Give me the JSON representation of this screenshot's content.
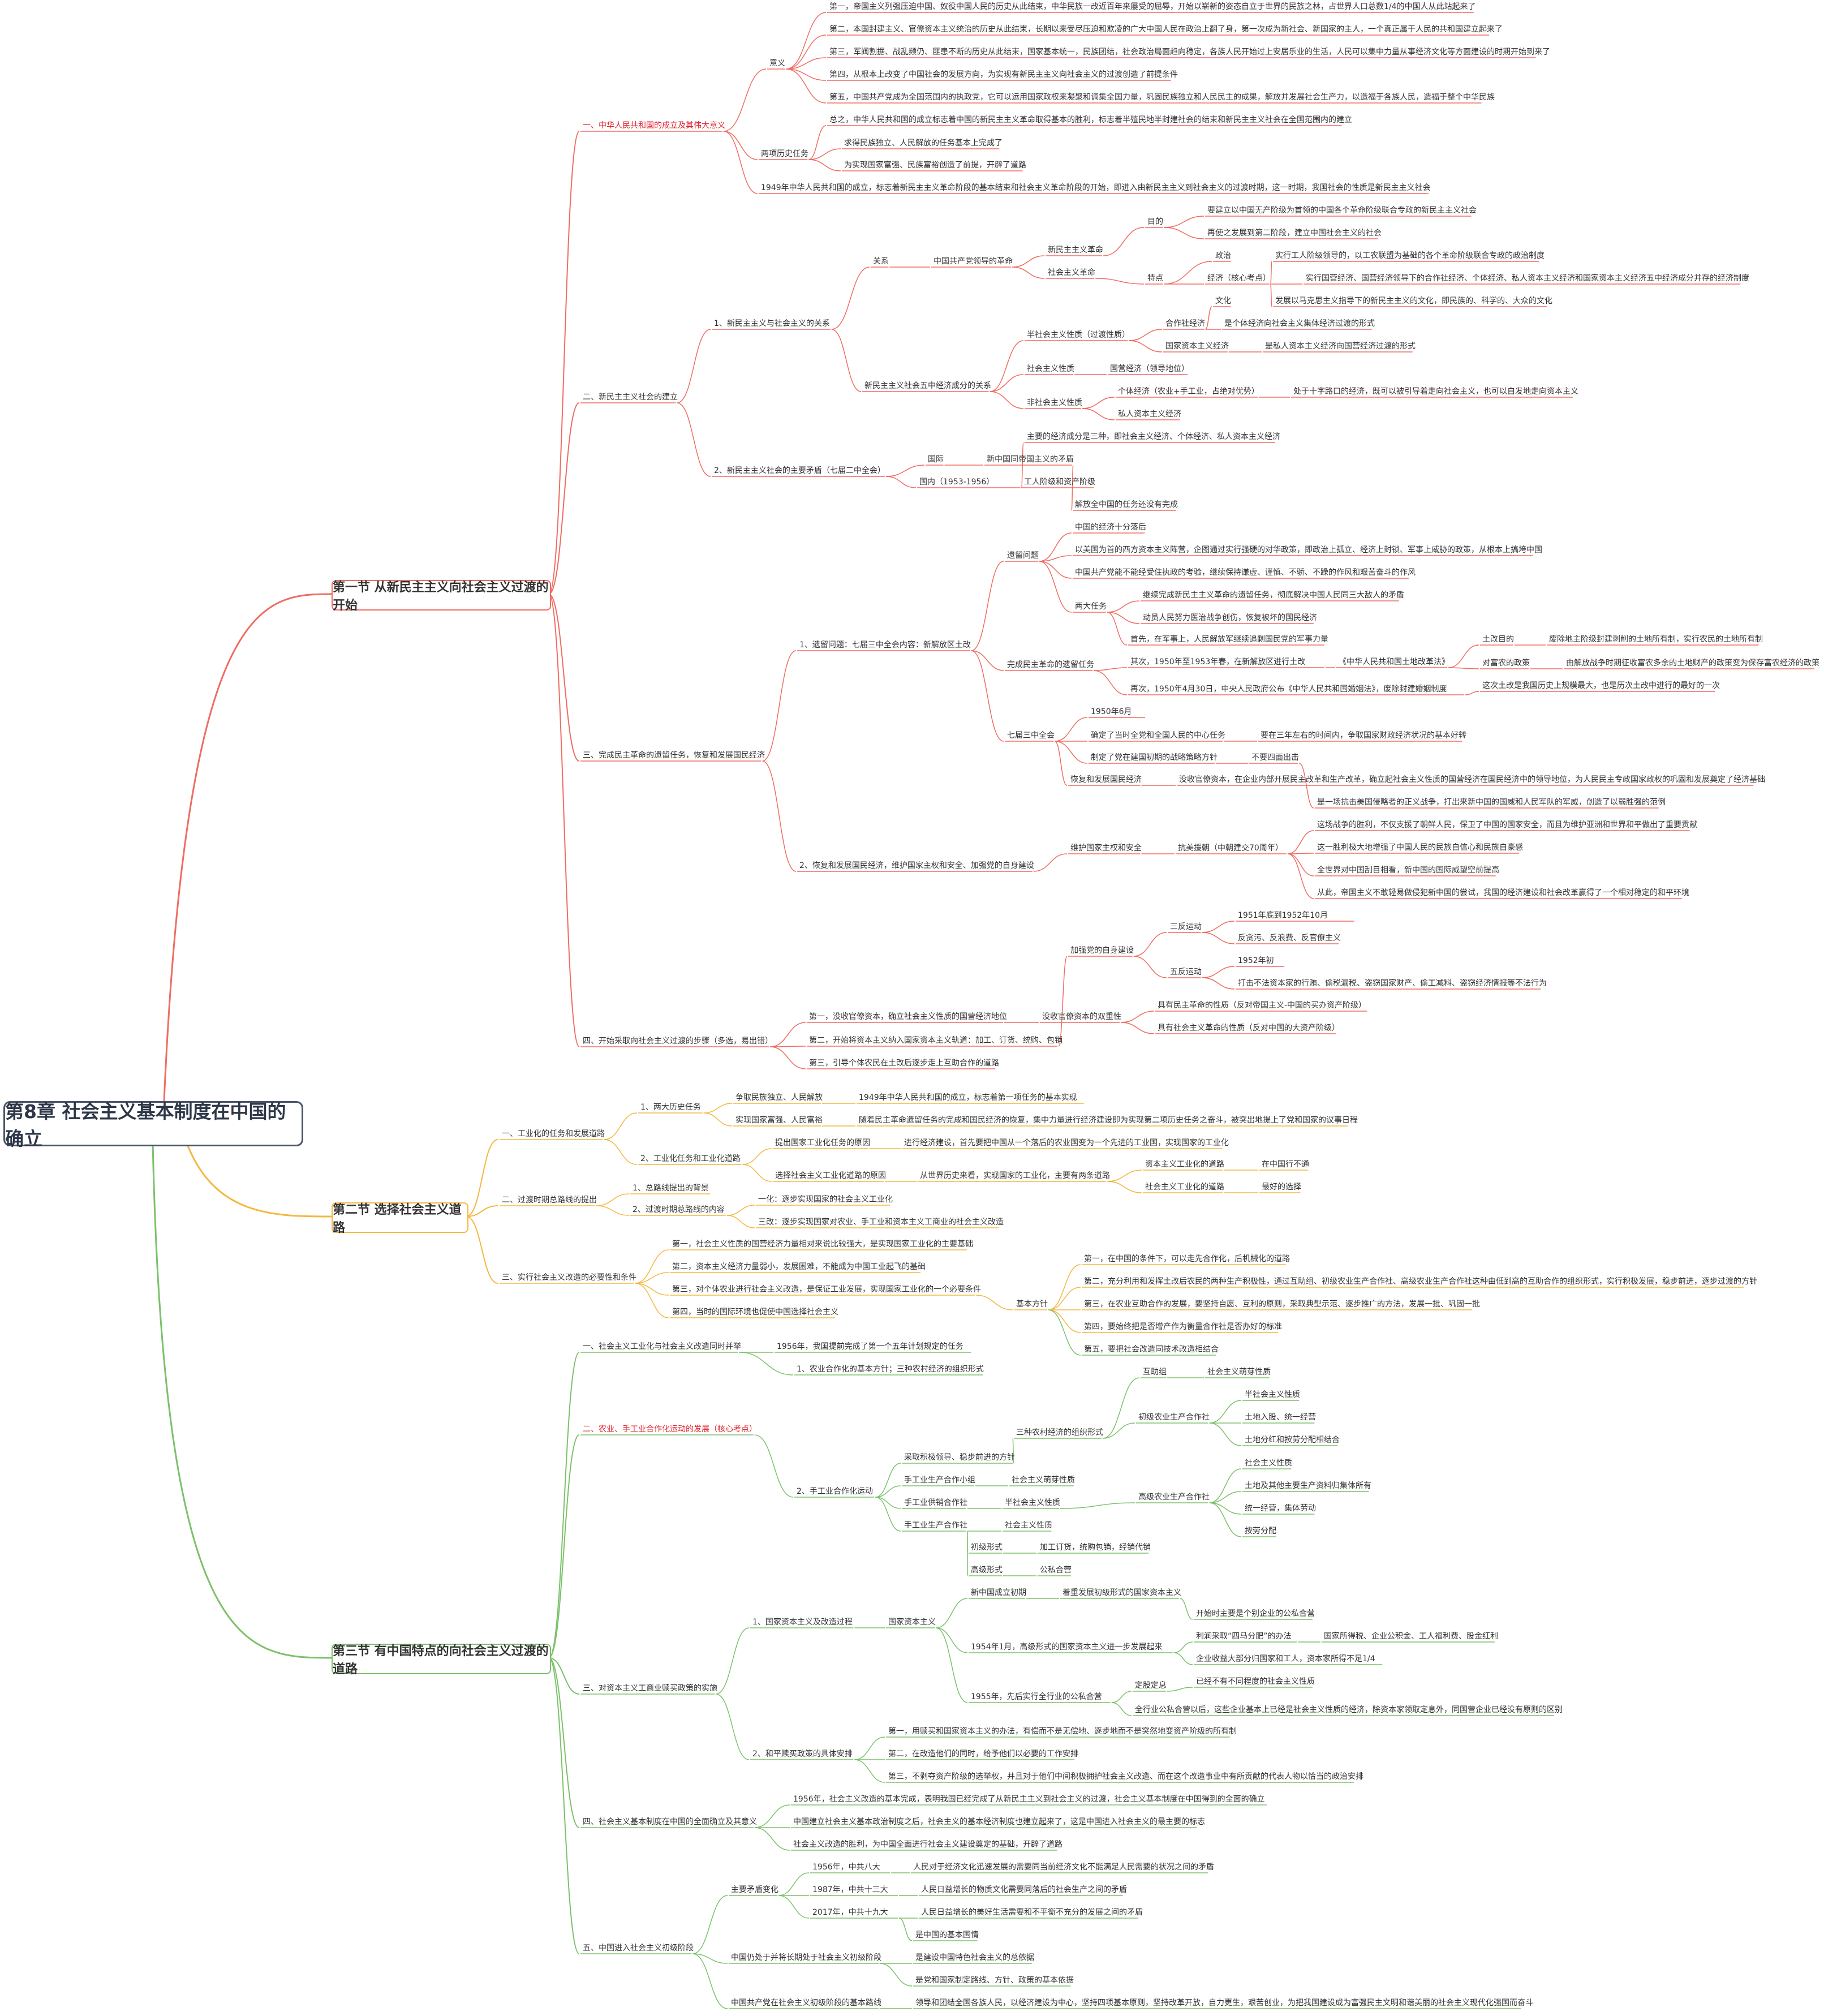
{
  "root": "第8章  社会主义基本制度在中国的确立",
  "colors": {
    "s1": "#ef6c62",
    "s2": "#f4b740",
    "s3": "#7bc16a",
    "red": "#e0232e",
    "text": "#333333"
  },
  "sections": [
    {
      "title": "第一节 从新民主主义向社会主义过渡的开始",
      "color": "#ef6c62"
    },
    {
      "title": "第二节 选择社会主义道路",
      "color": "#f4b740"
    },
    {
      "title": "第三节 有中国特点的向社会主义过渡的道路",
      "color": "#7bc16a"
    }
  ],
  "nodes": [
    [
      "一、中华人民共和国的成立及其伟大意义",
      1030,
      226,
      "#e0232e"
    ],
    [
      "意义",
      1360,
      116
    ],
    [
      "第一，帝国主义列强压迫中国、奴役中国人民的历史从此结束，中华民族一改近百年来屡受的屈辱，开始以崭新的姿态自立于世界的民族之林，占世界人口总数1/4的中国人从此站起来了",
      1466,
      16
    ],
    [
      "第二，本国封建主义、官僚资本主义统治的历史从此结束，长期以来受尽压迫和欺凌的广大中国人民在政治上翻了身，第一次成为新社会、新国家的主人，一个真正属于人民的共和国建立起来了",
      1466,
      56
    ],
    [
      "第三，军阀割据、战乱频仍、匪患不断的历史从此结束，国家基本统一，民族团结，社会政治局面趋向稳定，各族人民开始过上安居乐业的生活，人民可以集中力量从事经济文化等方面建设的时期开始到来了",
      1466,
      96
    ],
    [
      "第四，从根本上改变了中国社会的发展方向，为实现有新民主主义向社会主义的过渡创造了前提条件",
      1466,
      136
    ],
    [
      "第五，中国共产党成为全国范围内的执政党，它可以运用国家政权来凝聚和调集全国力量，巩固民族独立和人民民主的成果，解放并发展社会生产力，以造福于各族人民，造福于整个中华民族",
      1466,
      176
    ],
    [
      "总之，中华人民共和国的成立标志着中国的新民主主义革命取得基本的胜利，标志着半殖民地半封建社会的结束和新民主主义社会在全国范围内的建立",
      1466,
      216
    ],
    [
      "两项历史任务",
      1345,
      276
    ],
    [
      "求得民族独立、人民解放的任务基本上完成了",
      1492,
      257
    ],
    [
      "为实现国家富强、民族富裕创造了前提，开辟了道路",
      1492,
      296
    ],
    [
      "1949年中华人民共和国的成立，标志着新民主主义革命阶段的基本结束和社会主义革命阶段的开始，即进入由新民主主义到社会主义的过渡时期，这一时期，我国社会的性质是新民主主义社会",
      1345,
      336
    ],
    [
      "二、新民主主义社会的建立",
      1030,
      706
    ],
    [
      "1、新民主主义与社会主义的关系",
      1262,
      576
    ],
    [
      "关系",
      1543,
      466
    ],
    [
      "中国共产党领导的革命",
      1650,
      466
    ],
    [
      "新民主主义革命",
      1852,
      446
    ],
    [
      "社会主义革命",
      1852,
      486
    ],
    [
      "目的",
      2028,
      396
    ],
    [
      "要建立以中国无产阶级为首领的中国各个革命阶级联合专政的新民主主义社会",
      2134,
      376
    ],
    [
      "再使之发展到第二阶段，建立中国社会主义的社会",
      2134,
      416
    ],
    [
      "特点",
      2028,
      496
    ],
    [
      "政治",
      2148,
      456
    ],
    [
      "实行工人阶级领导的，以工农联盟为基础的各个革命阶级联合专政的政治制度",
      2254,
      456
    ],
    [
      "经济（核心考点）",
      2134,
      496
    ],
    [
      "实行国营经济、国营经济领导下的合作社经济、个体经济、私人资本主义经济和国家资本主义经济五中经济成分并存的经济制度",
      2308,
      496
    ],
    [
      "文化",
      2148,
      536
    ],
    [
      "发展以马克思主义指导下的新民主主义的文化，即民族的、科学的、大众的文化",
      2254,
      536
    ],
    [
      "新民主主义社会五中经济成分的关系",
      1528,
      686
    ],
    [
      "半社会主义性质（过渡性质）",
      1815,
      596
    ],
    [
      "合作社经济",
      2060,
      576
    ],
    [
      "是个体经济向社会主义集体经济过渡的形式",
      2164,
      576
    ],
    [
      "国家资本主义经济",
      2060,
      616
    ],
    [
      "是私人资本主义经济向国营经济过渡的形式",
      2236,
      616
    ],
    [
      "社会主义性质",
      1815,
      656
    ],
    [
      "国营经济（领导地位）",
      1962,
      656
    ],
    [
      "非社会主义性质",
      1815,
      716
    ],
    [
      "个体经济（农业+手工业，占绝对优势）",
      1976,
      696
    ],
    [
      "处于十字路口的经济，既可以被引导着走向社会主义，也可以自发地走向资本主义",
      2286,
      696
    ],
    [
      "私人资本主义经济",
      1976,
      736
    ],
    [
      "主要的经济成分是三种，即社会主义经济、个体经济、私人资本主义经济",
      1815,
      776
    ],
    [
      "2、新民主主义社会的主要矛盾（七届二中全会）",
      1262,
      836
    ],
    [
      "国际",
      1640,
      816
    ],
    [
      "新中国同帝国主义的矛盾",
      1744,
      816
    ],
    [
      "国内（1953-1956）",
      1625,
      856
    ],
    [
      "工人阶级和资产阶级",
      1810,
      856
    ],
    [
      "三、完成民主革命的遗留任务，恢复和发展国民经济",
      1030,
      1339
    ],
    [
      "1、遗留问题：七届三中全会内容：新解放区土改",
      1413,
      1144
    ],
    [
      "遗留问题",
      1780,
      986
    ],
    [
      "解放全中国的任务还没有完成",
      1900,
      896
    ],
    [
      "中国的经济十分落后",
      1900,
      936
    ],
    [
      "以美国为首的西方资本主义阵营，企图通过实行强硬的对华政策，即政治上孤立、经济上封锁、军事上威胁的政策，从根本上搞垮中国",
      1900,
      976
    ],
    [
      "中国共产党能不能经受住执政的考验，继续保持谦虚、谨慎、不骄、不躁的作风和艰苦奋斗的作风",
      1900,
      1016
    ],
    [
      "两大任务",
      1900,
      1076
    ],
    [
      "继续完成新民主主义革命的遗留任务，彻底解决中国人民同三大敌人的矛盾",
      2020,
      1056
    ],
    [
      "动员人民努力医治战争创伤，恢复被坏的国民经济",
      2020,
      1096
    ],
    [
      "完成民主革命的遗留任务",
      1780,
      1179
    ],
    [
      "首先，在军事上，人民解放军继续追剿国民党的军事力量",
      1998,
      1134
    ],
    [
      "其次，1950年至1953年春，在新解放区进行土改",
      1998,
      1174
    ],
    [
      "《中华人民共和国土地改革法》",
      2366,
      1174
    ],
    [
      "土改目的",
      2620,
      1134
    ],
    [
      "废除地主阶级封建剥削的土地所有制，实行农民的土地所有制",
      2738,
      1134
    ],
    [
      "对富农的政策",
      2620,
      1176
    ],
    [
      "由解放战争时期征收富农多余的土地财产的政策变为保存富农经济的政策",
      2768,
      1176
    ],
    [
      "这次土改是我国历史上规模最大，也是历次土改中进行的最好的一次",
      2620,
      1216
    ],
    [
      "再次，1950年4月30日，中央人民政府公布《中华人民共和国婚姻法》，废除封建婚姻制度",
      1998,
      1222
    ],
    [
      "七届三中全会",
      1780,
      1304
    ],
    [
      "1950年6月",
      1928,
      1262
    ],
    [
      "确定了当时全党和全国人民的中心任务",
      1928,
      1304
    ],
    [
      "要在三年左右的时间内，争取国家财政经济状况的基本好转",
      2228,
      1304
    ],
    [
      "制定了党在建国初期的战略策略方针",
      1928,
      1343
    ],
    [
      "不要四面出击",
      2212,
      1343
    ],
    [
      "2、恢复和发展国民经济，维护国家主权和安全、加强党的自身建设",
      1413,
      1534
    ],
    [
      "恢复和发展国民经济",
      1892,
      1382
    ],
    [
      "没收官僚资本，在企业内部开展民主改革和生产改革，确立起社会主义性质的国营经济在国民经济中的领导地位，为人民民主专政国家政权的巩固和发展奠定了经济基础",
      2084,
      1382
    ],
    [
      "维护国家主权和安全",
      1892,
      1503
    ],
    [
      "抗美援朝（中朝建交70周年）",
      2082,
      1503
    ],
    [
      "是一场抗击美国侵略者的正义战争，打出来新中国的国威和人民军队的军威，创造了以弱胜强的范例",
      2328,
      1422
    ],
    [
      "这场战争的胜利，不仅支援了朝鲜人民，保卫了中国的国家安全，而且为维护亚洲和世界和平做出了重要贡献",
      2328,
      1462
    ],
    [
      "这一胜利极大地增强了中国人民的民族自信心和民族自豪感",
      2328,
      1502
    ],
    [
      "全世界对中国刮目相看，新中国的国际威望空前提高",
      2328,
      1542
    ],
    [
      "从此，帝国主义不敢轻易做侵犯新中国的尝试，我国的经济建设和社会改革赢得了一个相对稳定的和平环境",
      2328,
      1582
    ],
    [
      "加强党的自身建设",
      1892,
      1684
    ],
    [
      "三反运动",
      2068,
      1642
    ],
    [
      "1951年底到1952年10月",
      2188,
      1622
    ],
    [
      "反贪污、反浪费、反官僚主义",
      2188,
      1662
    ],
    [
      "五反运动",
      2068,
      1722
    ],
    [
      "1952年初",
      2188,
      1702
    ],
    [
      "打击不法资本家的行贿、偷税漏税、盗窃国家财产、偷工减料、盗窃经济情报等不法行为",
      2188,
      1742
    ],
    [
      "四、开始采取向社会主义过渡的步骤（多选，易出错）",
      1030,
      1844
    ],
    [
      "第一，没收官僚资本，确立社会主义性质的国营经济地位",
      1430,
      1801
    ],
    [
      "没收官僚资本的双重性",
      1842,
      1801
    ],
    [
      "具有民主革命的性质（反对帝国主义-中国的买办资产阶级）",
      2046,
      1781
    ],
    [
      "具有社会主义革命的性质（反对中国的大资产阶级）",
      2046,
      1821
    ],
    [
      "第二，开始将资本主义纳入国家资本主义轨道：加工、订货、统购、包销",
      1430,
      1843
    ],
    [
      "第三，引导个体农民在土改后逐步走上互助合作的道路",
      1430,
      1883
    ],
    [
      "一、工业化的任务和发展道路",
      887,
      2008
    ],
    [
      "1、两大历史任务",
      1132,
      1961
    ],
    [
      "争取民族独立、人民解放",
      1300,
      1944
    ],
    [
      "1949年中华人民共和国的成立，标志着第一项任务的基本实现",
      1518,
      1944
    ],
    [
      "实现国家富强、人民富裕",
      1300,
      1984
    ],
    [
      "随着民主革命遗留任务的完成和国民经济的恢复，集中力量进行经济建设即为实现第二项历史任务之奋斗，被突出地提上了党和国家的议事日程",
      1518,
      1984
    ],
    [
      "2、工业化任务和工业化道路",
      1132,
      2052
    ],
    [
      "提出国家工业化任务的原因",
      1370,
      2024
    ],
    [
      "进行经济建设，首先要把中国从一个落后的农业国变为一个先进的工业国，实现国家的工业化",
      1598,
      2024
    ],
    [
      "选择社会主义工业化道路的原因",
      1370,
      2082
    ],
    [
      "从世界历史来看，实现国家的工业化，主要有两条道路",
      1626,
      2082
    ],
    [
      "资本主义工业化的道路",
      2024,
      2062
    ],
    [
      "在中国行不通",
      2230,
      2062
    ],
    [
      "社会主义工业化的道路",
      2024,
      2102
    ],
    [
      "最好的选择",
      2230,
      2102
    ],
    [
      "二、过渡时期总路线的提出",
      887,
      2125
    ],
    [
      "1、总路线提出的背景",
      1118,
      2104
    ],
    [
      "2、过渡时期总路线的内容",
      1118,
      2142
    ],
    [
      "一化：逐步实现国家的社会主义工业化",
      1340,
      2124
    ],
    [
      "三改：逐步实现国家对农业、手工业和资本主义工商业的社会主义改造",
      1340,
      2164
    ],
    [
      "三、实行社会主义改造的必要性和条件",
      887,
      2262
    ],
    [
      "第一，社会主义性质的国营经济力量相对来说比较强大，是实现国家工业化的主要基础",
      1188,
      2203
    ],
    [
      "第二，资本主义经济力量弱小，发展困难，不能成为中国工业起飞的基础",
      1188,
      2243
    ],
    [
      "第三，对个体农业进行社会主义改造，是保证工业发展，实现国家工业化的一个必要条件",
      1188,
      2283
    ],
    [
      "第四，当时的国际环境也促使中国选择社会主义",
      1188,
      2323
    ],
    [
      "一、社会主义工业化与社会主义改造同时并举",
      1030,
      2384
    ],
    [
      "1956年，我国提前完成了第一个五年计划规定的任务",
      1373,
      2384
    ],
    [
      "二、农业、手工业合作化运动的发展（核心考点）",
      1030,
      2530,
      "#e0232e"
    ],
    [
      "1、农业合作化的基本方针；三种农村经济的组织形式",
      1408,
      2424
    ],
    [
      "基本方针",
      1796,
      2309
    ],
    [
      "第一，在中国的条件下，可以走先合作化，后机械化的道路",
      1916,
      2229
    ],
    [
      "第二，充分利用和发挥土改后农民的两种生产积极性，通过互助组、初级农业生产合作社、高级农业生产合作社这种由低到高的互助合作的组织形式，实行积极发展，稳步前进，逐步过渡的方针",
      1916,
      2269
    ],
    [
      "第三，在农业互助合作的发展，要坚持自愿、互利的原则，采取典型示范、逐步推广的方法，发展一批、巩固一批",
      1916,
      2309
    ],
    [
      "第四，要始终把是否增产作为衡量合作社是否办好的标准",
      1916,
      2349
    ],
    [
      "第五，要把社会改造同技术改造相结合",
      1916,
      2389
    ],
    [
      "三种农村经济的组织形式",
      1796,
      2536
    ],
    [
      "互助组",
      2020,
      2429
    ],
    [
      "社会主义萌芽性质",
      2134,
      2429
    ],
    [
      "初级农业生产合作社",
      2012,
      2509
    ],
    [
      "半社会主义性质",
      2200,
      2469
    ],
    [
      "土地入股、统一经营",
      2200,
      2509
    ],
    [
      "土地分红和按劳分配相结合",
      2200,
      2549
    ],
    [
      "高级农业生产合作社",
      2012,
      2650
    ],
    [
      "社会主义性质",
      2200,
      2590
    ],
    [
      "土地及其他主要生产资料归集体所有",
      2200,
      2630
    ],
    [
      "统一经营，集体劳动",
      2200,
      2670
    ],
    [
      "按劳分配",
      2200,
      2710
    ],
    [
      "2、手工业合作化运动",
      1408,
      2640
    ],
    [
      "采取积极领导、稳步前进的方针",
      1598,
      2580
    ],
    [
      "手工业生产合作小组",
      1598,
      2620
    ],
    [
      "社会主义萌芽性质",
      1788,
      2620
    ],
    [
      "手工业供销合作社",
      1598,
      2660
    ],
    [
      "半社会主义性质",
      1776,
      2660
    ],
    [
      "手工业生产合作社",
      1598,
      2700
    ],
    [
      "社会主义性质",
      1776,
      2700
    ],
    [
      "三、对资本主义工商业赎买政策的实施",
      1030,
      2988
    ],
    [
      "1、国家资本主义及改造过程",
      1330,
      2871
    ],
    [
      "国家资本主义",
      1570,
      2871
    ],
    [
      "初级形式",
      1716,
      2739
    ],
    [
      "加工订货，统购包销，经销代销",
      1838,
      2739
    ],
    [
      "高级形式",
      1716,
      2779
    ],
    [
      "公私合营",
      1838,
      2779
    ],
    [
      "新中国成立初期",
      1716,
      2819
    ],
    [
      "着重发展初级形式的国家资本主义",
      1878,
      2819
    ],
    [
      "1954年1月，高级形式的国家资本主义进一步发展起来",
      1716,
      2915
    ],
    [
      "开始时主要是个别企业的公私合营",
      2114,
      2856
    ],
    [
      "利润采取“四马分肥”的办法",
      2114,
      2896
    ],
    [
      "国家所得税、企业公积金、工人福利费、股金红利",
      2340,
      2896
    ],
    [
      "企业收益大部分归国家和工人，资本家所得不足1/4",
      2114,
      2936
    ],
    [
      "已经不有不同程度的社会主义性质",
      2114,
      2976
    ],
    [
      "1955年，先后实行全行业的公私合营",
      1716,
      3003
    ],
    [
      "定股定息",
      2006,
      2983
    ],
    [
      "全行业公私合营以后，这些企业基本上已经是社会主义性质的经济，除资本家领取定息外，同国营企业已经没有原则的区别",
      2006,
      3026
    ],
    [
      "2、和平赎买政策的具体安排",
      1330,
      3104
    ],
    [
      "第一，用赎买和国家资本主义的办法，有偿而不是无偿地、逐步地而不是突然地变资产阶级的所有制",
      1570,
      3064
    ],
    [
      "第二，在改造他们的同时，给予他们以必要的工作安排",
      1570,
      3104
    ],
    [
      "第三，不剥夺资产阶级的选举权，并且对于他们中间积极拥护社会主义改造、而在这个改造事业中有所贡献的代表人物以恰当的政治安排",
      1570,
      3144
    ],
    [
      "四、社会主义基本制度在中国的全面确立及其意义",
      1030,
      3224
    ],
    [
      "1956年，社会主义改造的基本完成，表明我国已经完成了从新民主主义到社会主义的过渡，社会主义基本制度在中国得到的全面的确立",
      1402,
      3184
    ],
    [
      "中国建立社会主义基本政治制度之后，社会主义的基本经济制度也建立起来了，这是中国进入社会主义的最主要的标志",
      1402,
      3224
    ],
    [
      "社会主义改造的胜利，为中国全面进行社会主义建设奠定的基础，开辟了道路",
      1402,
      3264
    ],
    [
      "五、中国进入社会主义初级阶段",
      1030,
      3447
    ],
    [
      "主要矛盾变化",
      1292,
      3344
    ],
    [
      "1956年，中共八大",
      1436,
      3304
    ],
    [
      "人民对于经济文化迅速发展的需要同当前经济文化不能满足人民需要的状况之间的矛盾",
      1614,
      3304
    ],
    [
      "1987年，中共十三大",
      1436,
      3344
    ],
    [
      "人民日益增长的物质文化需要同落后的社会生产之间的矛盾",
      1628,
      3344
    ],
    [
      "2017年，中共十九大",
      1436,
      3384
    ],
    [
      "人民日益增长的美好生活需要和不平衡不充分的发展之间的矛盾",
      1628,
      3384
    ],
    [
      "中国仍处于并将长期处于社会主义初级阶段",
      1292,
      3464
    ],
    [
      "是中国的基本国情",
      1618,
      3424
    ],
    [
      "是建设中国特色社会主义的总依据",
      1618,
      3464
    ],
    [
      "是党和国家制定路线、方针、政策的基本依据",
      1618,
      3504
    ],
    [
      "中国共产党在社会主义初级阶段的基本路线",
      1292,
      3544
    ],
    [
      "领导和团结全国各族人民，以经济建设为中心，坚持四项基本原则，坚持改革开放，自力更生，艰苦创业，为把我国建设成为富强民主文明和谐美丽的社会主义现代化强国而奋斗",
      1618,
      3544
    ]
  ]
}
